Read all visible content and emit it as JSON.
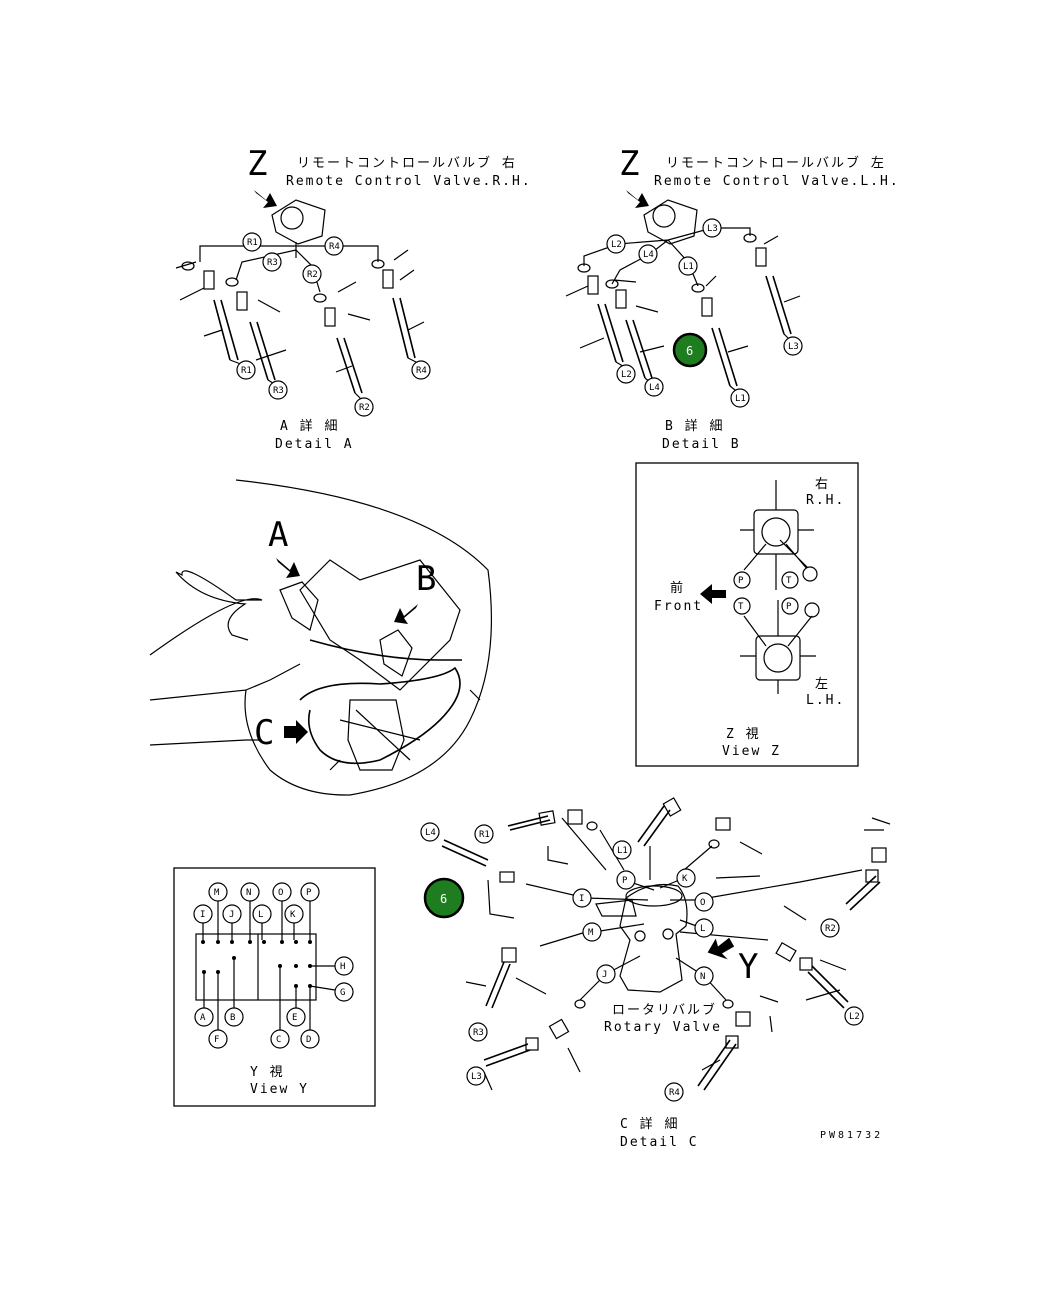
{
  "detailA": {
    "z_letter": "Z",
    "title_jp": "リモートコントロールバルブ 右",
    "title_en": "Remote Control Valve.R.H.",
    "caption_jp": "A 詳 細",
    "caption_en": "Detail A",
    "labels": [
      "R1",
      "R3",
      "R4",
      "R2",
      "R1",
      "R3",
      "R4",
      "R2"
    ]
  },
  "detailB": {
    "z_letter": "Z",
    "title_jp": "リモートコントロールバルブ 左",
    "title_en": "Remote Control Valve.L.H.",
    "caption_jp": "B 詳 細",
    "caption_en": "Detail B",
    "labels": [
      "L3",
      "L2",
      "L4",
      "L1",
      "L3",
      "L2",
      "L4",
      "L1"
    ],
    "marker": "6"
  },
  "overview": {
    "a": "A",
    "b": "B",
    "c": "C"
  },
  "viewZ": {
    "rh_jp": "右",
    "rh_en": "R.H.",
    "front_jp": "前",
    "front_en": "Front",
    "lh_jp": "左",
    "lh_en": "L.H.",
    "caption_jp": "Z 視",
    "caption_en": "View Z",
    "ports": [
      "P",
      "T",
      "T",
      "P"
    ]
  },
  "viewY": {
    "top_labels": [
      "M",
      "N",
      "O",
      "P"
    ],
    "mid_labels": [
      "I",
      "J",
      "L",
      "K"
    ],
    "right_labels": [
      "H",
      "G"
    ],
    "bottom_labels": [
      "A",
      "B",
      "C",
      "E",
      "F",
      "D"
    ],
    "caption_jp": "Y 視",
    "caption_en": "View Y"
  },
  "detailC": {
    "y_letter": "Y",
    "valve_jp": "ロータリバルブ",
    "valve_en": "Rotary Valve",
    "caption_jp": "C 詳 細",
    "caption_en": "Detail C",
    "hose_labels": [
      "L4",
      "R1",
      "L1",
      "R2",
      "R3",
      "L3",
      "R4",
      "L2"
    ],
    "port_labels": [
      "P",
      "K",
      "I",
      "O",
      "M",
      "L",
      "J",
      "N"
    ],
    "marker": "6"
  },
  "code": "PW81732",
  "colors": {
    "marker_fill": "#1e7d1e",
    "line": "#000000"
  }
}
